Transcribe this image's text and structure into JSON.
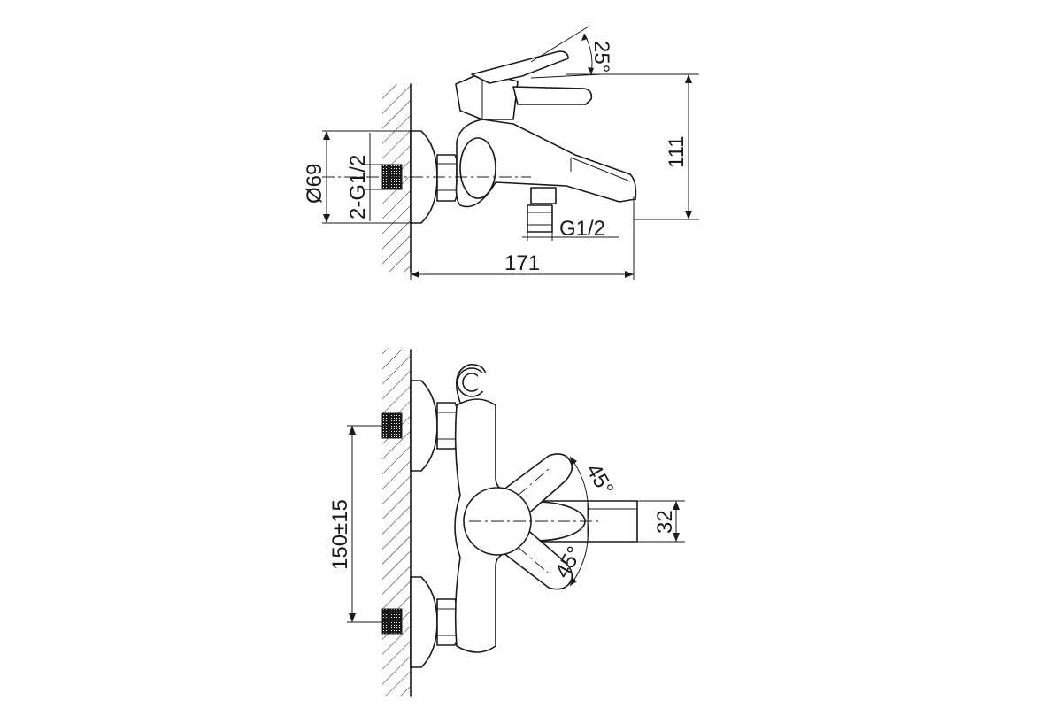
{
  "side_view": {
    "angle_label": "25°",
    "height_label": "111",
    "diameter_label": "Ø69",
    "thread_label": "2-G1/2",
    "outlet_thread_label": "G1/2",
    "length_label": "171"
  },
  "front_view": {
    "spacing_label": "150±15",
    "angle_upper_label": "45°",
    "angle_lower_label": "45°",
    "spout_label": "32"
  }
}
